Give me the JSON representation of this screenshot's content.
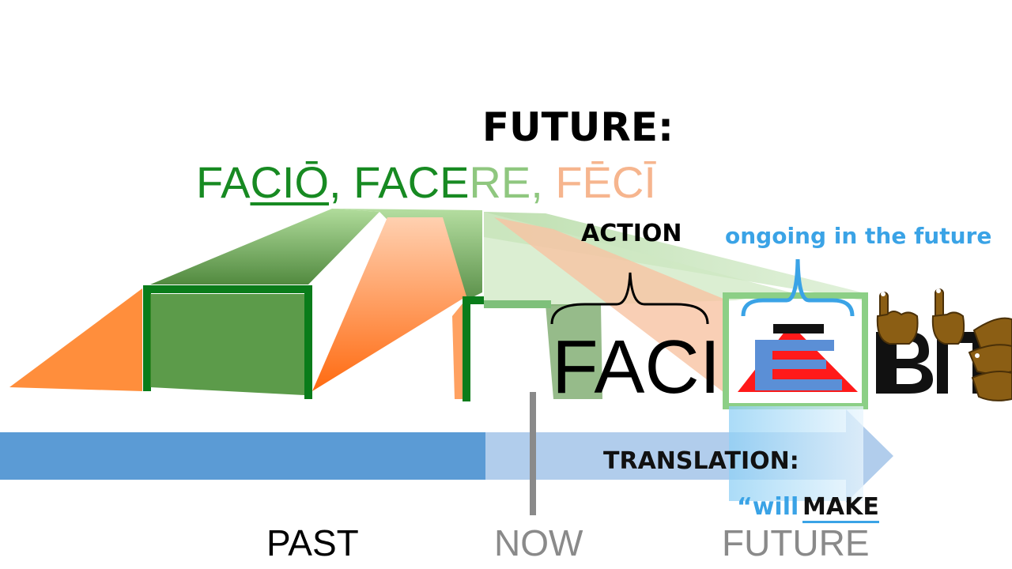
{
  "heading": "FUTURE:",
  "principal_parts": {
    "p1_a": "FA",
    "p1_b": "CIŌ",
    "sep1": ", ",
    "p2_a": "FACE",
    "p2_b": "RE",
    "sep2": ", ",
    "p3": "FĒCĪ"
  },
  "labels": {
    "action": "ACTION",
    "ongoing": "ongoing in the future",
    "stem": "FACI",
    "translation": "TRANSLATION:",
    "will": "“will",
    "make": "MAKE"
  },
  "timeline": {
    "past": "PAST",
    "now": "NOW",
    "future": "FUTURE"
  },
  "colors": {
    "green": "#0a7c1a",
    "light_green": "#8fc77f",
    "orange": "#ff7a1a",
    "light_orange": "#f6b58e",
    "blue": "#5b9bd5",
    "light_blue": "#a9c8ea",
    "sky": "#3aa3e6",
    "red": "#ff1a1a",
    "gray": "#8a8a8a"
  },
  "icons": [
    "pointing-hand-icon",
    "pointing-hands-icon"
  ]
}
